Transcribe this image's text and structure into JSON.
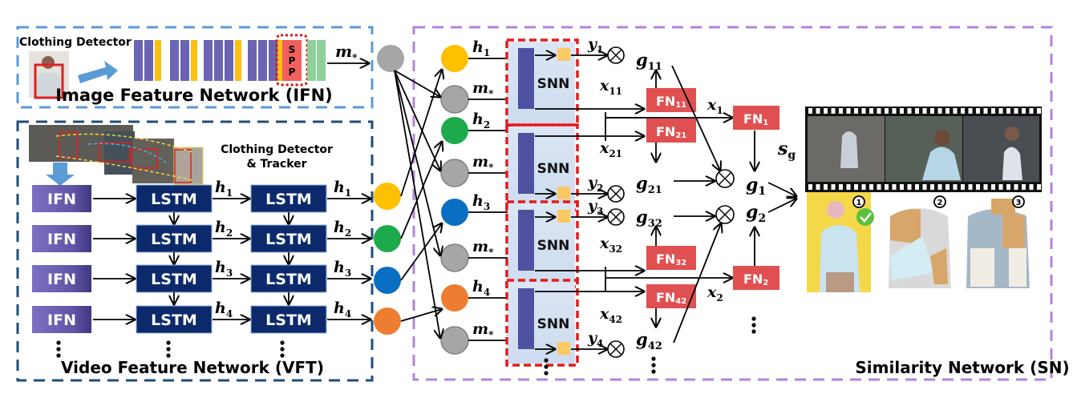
{
  "title": "Video-to-shop clothing retrieval network architecture",
  "ifn": {
    "title": "Image Feature Network (IFN)",
    "detector_label": "Clothing Detector",
    "spp_label": [
      "S",
      "P",
      "P"
    ],
    "output_label": "m",
    "output_sub": "*"
  },
  "vft": {
    "title": "Video Feature Network (VFT)",
    "tracker_label_1": "Clothing Detector",
    "tracker_label_2": "& Tracker",
    "rows": [
      {
        "ifn": "IFN",
        "lstm1": "LSTM",
        "lstm2": "LSTM",
        "h": "h",
        "sub": "1"
      },
      {
        "ifn": "IFN",
        "lstm1": "LSTM",
        "lstm2": "LSTM",
        "h": "h",
        "sub": "2"
      },
      {
        "ifn": "IFN",
        "lstm1": "LSTM",
        "lstm2": "LSTM",
        "h": "h",
        "sub": "3"
      },
      {
        "ifn": "IFN",
        "lstm1": "LSTM",
        "lstm2": "LSTM",
        "h": "h",
        "sub": "4"
      }
    ],
    "colors": [
      "#ffc000",
      "#1daa4c",
      "#0a6fc2",
      "#ed7d31"
    ]
  },
  "sn": {
    "title": "Similarity Network (SN)",
    "snn_label": "SNN",
    "inputs": [
      {
        "var": "h",
        "sub": "1"
      },
      {
        "var": "m",
        "sub": "*"
      },
      {
        "var": "h",
        "sub": "2"
      },
      {
        "var": "m",
        "sub": "*"
      },
      {
        "var": "h",
        "sub": "3"
      },
      {
        "var": "m",
        "sub": "*"
      },
      {
        "var": "h",
        "sub": "4"
      },
      {
        "var": "m",
        "sub": "*"
      }
    ],
    "y_labels": [
      {
        "var": "y",
        "sub": "1"
      },
      {
        "var": "y",
        "sub": "2"
      },
      {
        "var": "y",
        "sub": "3"
      },
      {
        "var": "y",
        "sub": "4"
      }
    ],
    "x_labels": [
      {
        "var": "x",
        "sub": "11"
      },
      {
        "var": "x",
        "sub": "21"
      },
      {
        "var": "x",
        "sub": "32"
      },
      {
        "var": "x",
        "sub": "42"
      }
    ],
    "fn_boxes": [
      {
        "name": "FN",
        "sub": "11"
      },
      {
        "name": "FN",
        "sub": "21"
      },
      {
        "name": "FN",
        "sub": "32"
      },
      {
        "name": "FN",
        "sub": "42"
      }
    ],
    "g_labels": [
      {
        "var": "g",
        "sub": "11"
      },
      {
        "var": "g",
        "sub": "21"
      },
      {
        "var": "g",
        "sub": "32"
      },
      {
        "var": "g",
        "sub": "42"
      }
    ],
    "fn_final": [
      {
        "name": "FN",
        "sub": "1"
      },
      {
        "name": "FN",
        "sub": "2"
      }
    ],
    "x_final": [
      {
        "var": "x",
        "sub": "1"
      },
      {
        "var": "x",
        "sub": "2"
      }
    ],
    "g_final": [
      {
        "var": "g",
        "sub": "1"
      },
      {
        "var": "g",
        "sub": "2"
      }
    ],
    "score": {
      "var": "s",
      "sub": "g"
    },
    "result_ranks": [
      "1",
      "2",
      "3"
    ]
  },
  "colors": {
    "ifn_border": "#5b9bd5",
    "vft_border": "#1f4e79",
    "sn_border": "#b084dc",
    "snn_border": "#e41b1b",
    "fn_fill": "#e05050",
    "lstm_fill": "#0c2a6b",
    "ifn_fill": "#6a5fae",
    "gray_node": "#a6a6a6"
  }
}
